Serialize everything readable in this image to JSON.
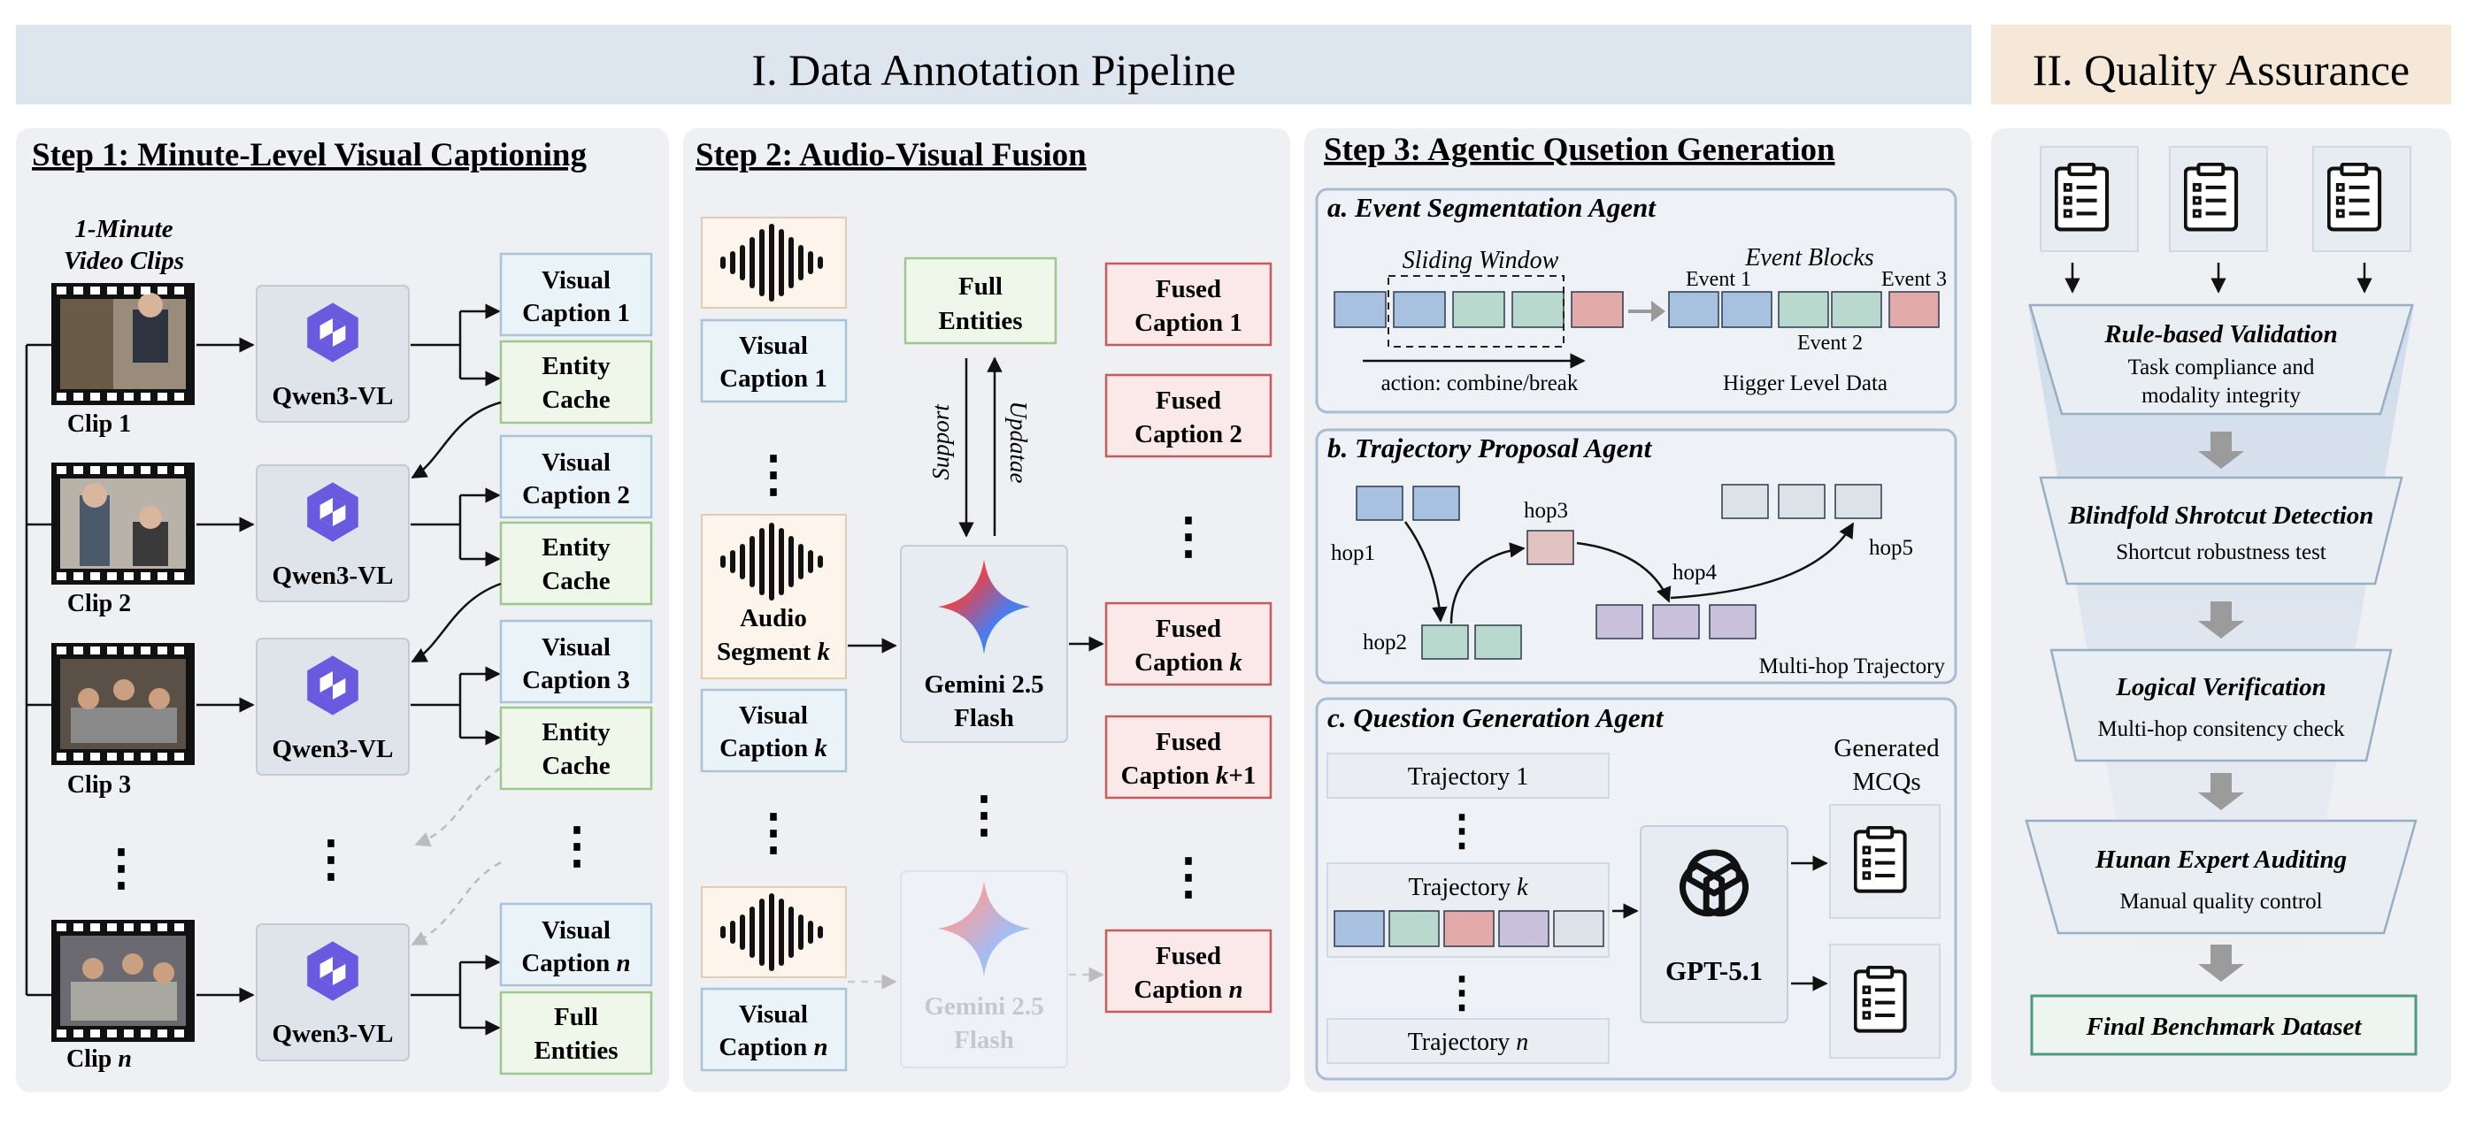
{
  "header": {
    "pipeline_title": "I. Data Annotation Pipeline",
    "qa_title": "II. Quality Assurance"
  },
  "step1": {
    "title": "Step 1: Minute-Level Visual Captioning",
    "clips_label_line1": "1-Minute",
    "clips_label_line2": "Video Clips",
    "clips": [
      "Clip 1",
      "Clip 2",
      "Clip 3"
    ],
    "clip_n_prefix": "Clip ",
    "clip_n_var": "n",
    "model": "Qwen3-VL",
    "visual_caption_word": "Visual",
    "caption_prefix": "Caption ",
    "caption_indices": [
      "1",
      "2",
      "3"
    ],
    "caption_n_var": "n",
    "entity_word": "Entity",
    "cache_word": "Cache",
    "full_word": "Full",
    "entities_word": "Entities",
    "ellipsis": "⋮"
  },
  "step2": {
    "title": "Step 2: Audio-Visual Fusion",
    "visual_word": "Visual",
    "caption_prefix": "Caption ",
    "caption_1_index": "1",
    "k_var": "k",
    "n_var": "n",
    "audio_word": "Audio",
    "segment_prefix": "Segment ",
    "full_word": "Full",
    "entities_word": "Entities",
    "support": "Support",
    "update": "Updatae",
    "gemini_line1": "Gemini 2.5",
    "gemini_line2": "Flash",
    "fused_word": "Fused",
    "fused_indices": [
      "1",
      "2"
    ],
    "fused_kplus1_suffix": "+1",
    "ellipsis": "⋮"
  },
  "step3": {
    "title": "Step 3: Agentic Qusetion Generation",
    "a": {
      "title": "a. Event Segmentation Agent",
      "sliding_window": "Sliding Window",
      "event_blocks": "Event Blocks",
      "events": [
        "Event 1",
        "Event 2",
        "Event 3"
      ],
      "action": "action: combine/break",
      "higher": "Higger Level Data"
    },
    "b": {
      "title": "b. Trajectory Proposal Agent",
      "hops": [
        "hop1",
        "hop2",
        "hop3",
        "hop4",
        "hop5"
      ],
      "multi_hop": "Multi-hop Trajectory"
    },
    "c": {
      "title": "c. Question Generation Agent",
      "trajectory_prefix": "Trajectory ",
      "trajectory_1_index": "1",
      "k_var": "k",
      "n_var": "n",
      "model": "GPT-5.1",
      "generated_line1": "Generated",
      "generated_line2": "MCQs",
      "ellipsis": "⋮"
    }
  },
  "qa": {
    "stages": [
      {
        "title": "Rule-based Validation",
        "desc_line1": "Task compliance and",
        "desc_line2": "modality integrity"
      },
      {
        "title": "Blindfold Shrotcut Detection",
        "desc_line1": "Shortcut robustness test",
        "desc_line2": ""
      },
      {
        "title": "Logical Verification",
        "desc_line1": "Multi-hop consitency check",
        "desc_line2": ""
      },
      {
        "title": "Hunan Expert Auditing",
        "desc_line1": "Manual quality control",
        "desc_line2": ""
      }
    ],
    "final": "Final Benchmark Dataset"
  },
  "colors": {
    "header_left_bg": "#dde6ee",
    "header_right_bg": "#f6e8d9",
    "panel_bg": "#eef0f3",
    "visual_caption_fill": "#eaf3f8",
    "visual_caption_border": "#a8c4d6",
    "entity_fill": "#eff6ea",
    "entity_border": "#9cc98c",
    "fused_fill": "#fbe9e9",
    "fused_border": "#c75b5b",
    "audio_fill": "#fdf5ec",
    "blue_block": "#a9c1e0",
    "green_block": "#b9d9cf",
    "red_block": "#e3aaaa",
    "purple_block": "#c9c1dc",
    "gray_block": "#dbe3e8",
    "final_border": "#4e9a80"
  }
}
